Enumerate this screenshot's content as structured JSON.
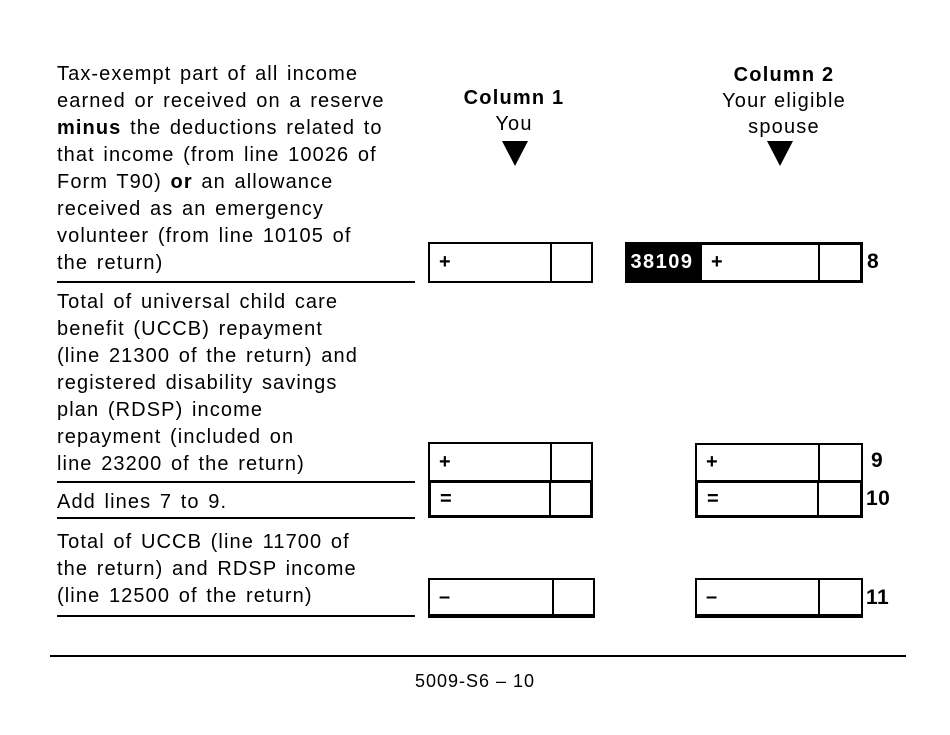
{
  "form": {
    "footer_code": "5009-S6 – 10"
  },
  "columns": {
    "col1": {
      "title": "Column 1",
      "subtitle": "You"
    },
    "col2": {
      "title": "Column 2",
      "subtitle": "Your eligible spouse"
    }
  },
  "rows": {
    "r8": {
      "desc_lines": [
        [
          "Tax-exempt part of all income"
        ],
        [
          "earned or received on a reserve"
        ],
        [
          {
            "t": "minus",
            "b": true
          },
          {
            "t": " the deductions related to"
          }
        ],
        [
          "that income (from line 10026 of"
        ],
        [
          {
            "t": "Form T90) "
          },
          {
            "t": "or",
            "b": true
          },
          {
            "t": " an allowance"
          }
        ],
        [
          "received as an emergency"
        ],
        [
          "volunteer (from line 10105 of"
        ],
        [
          "the return)"
        ]
      ],
      "col1_operator": "+",
      "col2_field_code": "38109",
      "col2_operator": "+",
      "line_number": "8"
    },
    "r9": {
      "desc_lines": [
        [
          "Total of universal child care"
        ],
        [
          "benefit (UCCB) repayment"
        ],
        [
          "(line 21300 of the return) and"
        ],
        [
          "registered disability savings"
        ],
        [
          "plan (RDSP) income"
        ],
        [
          "repayment (included on"
        ],
        [
          "line 23200 of the return)"
        ]
      ],
      "col1_operator": "+",
      "col2_operator": "+",
      "line_number": "9"
    },
    "r10": {
      "description": "Add lines 7 to 9.",
      "col1_operator": "=",
      "col2_operator": "=",
      "line_number": "10"
    },
    "r11": {
      "desc_lines": [
        [
          "Total of UCCB (line 11700 of"
        ],
        [
          "the return) and RDSP income"
        ],
        [
          "(line 12500 of the return)"
        ]
      ],
      "col1_operator": "–",
      "col2_operator": "–",
      "line_number": "11"
    }
  }
}
